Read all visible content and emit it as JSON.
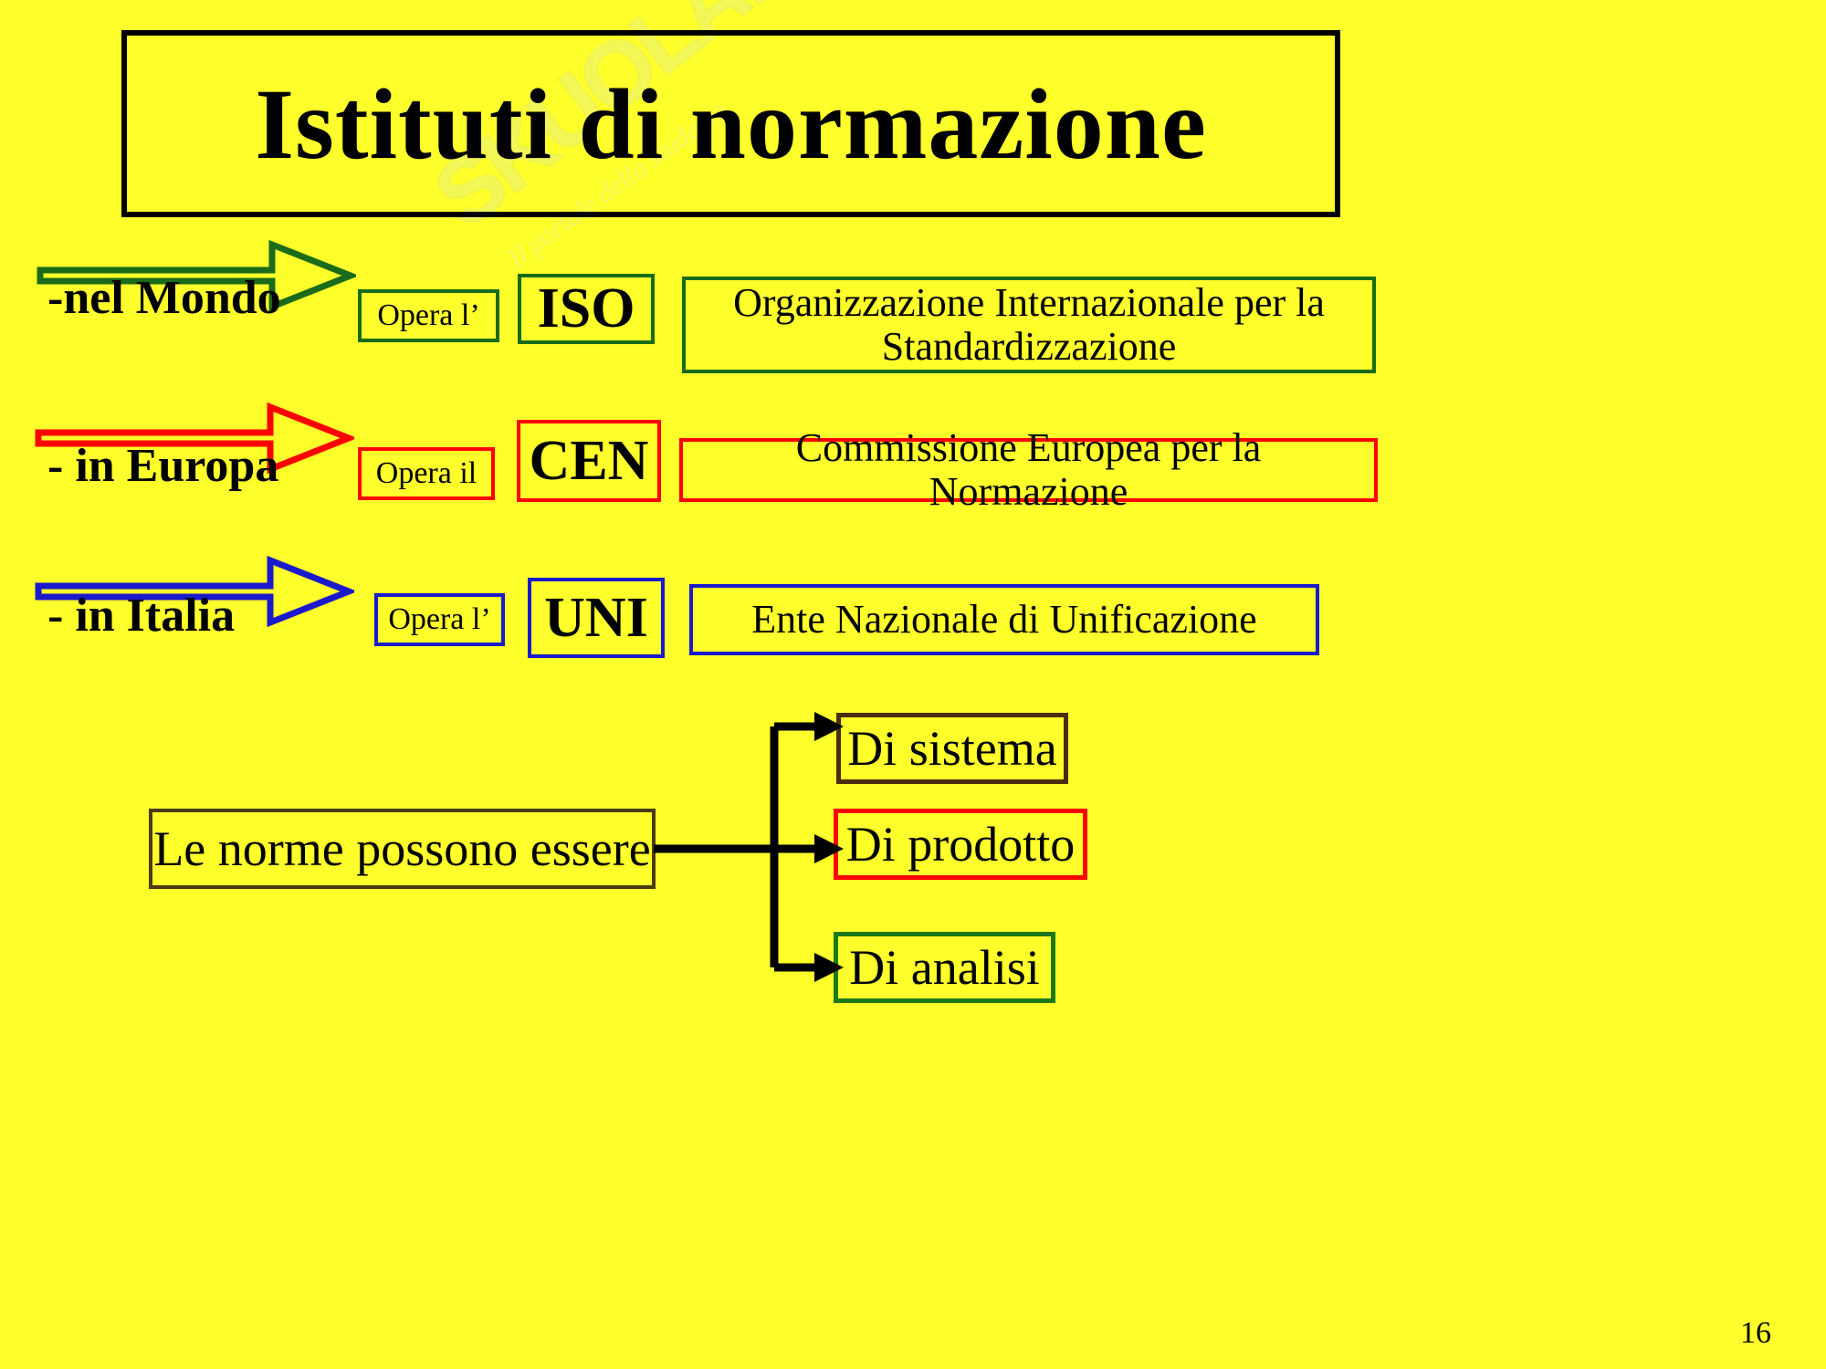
{
  "slide": {
    "background_color": "#ffff2b",
    "page_number": "16",
    "watermark": {
      "brand": "SKUOLA.net",
      "tagline": "Il portale dello studente"
    },
    "title": "Istituti di normazione"
  },
  "rows": [
    {
      "id": "world",
      "region_label": "-nel Mondo",
      "arrow_color": "#1a6b1a",
      "box_color": "#1a6b1a",
      "opera_label": "Opera l’",
      "acronym": "ISO",
      "description": "Organizzazione Internazionale per la Standardizzazione"
    },
    {
      "id": "europe",
      "region_label": "- in Europa",
      "arrow_color": "#ff0000",
      "box_color": "#ff0000",
      "opera_label": "Opera il",
      "acronym": "CEN",
      "description": "Commissione Europea per la Normazione"
    },
    {
      "id": "italy",
      "region_label": "- in Italia",
      "arrow_color": "#1a1acc",
      "box_color": "#1a1acc",
      "opera_label": "Opera l’",
      "acronym": "UNI",
      "description": "Ente Nazionale di Unificazione"
    }
  ],
  "flow": {
    "source_label": "Le norme possono essere",
    "source_border_color": "#4a3b10",
    "connector_color": "#000000",
    "targets": [
      {
        "label": "Di sistema",
        "border_color": "#4a2d0c"
      },
      {
        "label": "Di prodotto",
        "border_color": "#ff0000"
      },
      {
        "label": "Di analisi",
        "border_color": "#1a7a1a"
      }
    ]
  }
}
